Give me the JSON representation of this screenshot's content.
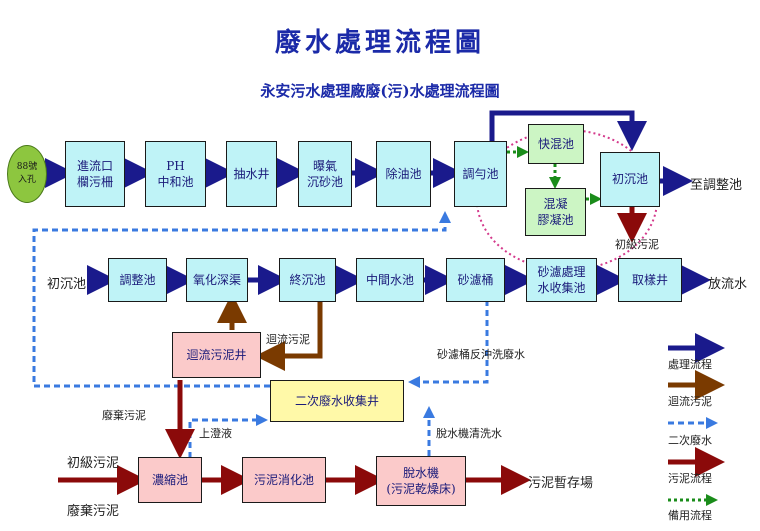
{
  "title": "廢水處理流程圖",
  "subtitle": "永安污水處理廠廢(污)水處理流程圖",
  "inlet": {
    "line1": "88號",
    "line2": "入孔"
  },
  "row1": {
    "screen": {
      "line1": "進流口",
      "line2": "欄污柵"
    },
    "ph": {
      "line1": "PH",
      "line2": "中和池"
    },
    "pump": "抽水井",
    "grit": {
      "line1": "曝氣",
      "line2": "沉砂池"
    },
    "oil": "除油池",
    "eq": "調勻池",
    "rapid": "快混池",
    "floc": {
      "line1": "混凝",
      "line2": "膠凝池"
    },
    "primary": "初沉池",
    "to_adjust": "至調整池",
    "primary_sludge": "初級污泥"
  },
  "row2": {
    "start": "初沉池",
    "adjust": "調整池",
    "oxid": "氧化深渠",
    "final": "終沉池",
    "mid": "中間水池",
    "sand": "砂濾桶",
    "collect": {
      "line1": "砂濾處理",
      "line2": "水收集池"
    },
    "sample": "取樣井",
    "discharge": "放流水"
  },
  "row3": {
    "return_well": "迴流污泥井",
    "return_label": "迴流污泥",
    "backwash": "砂濾桶反沖洗廢水",
    "secondary": "二次廢水收集井",
    "waste_sludge": "廢棄污泥",
    "supernatant": "上澄液",
    "dewater_wash": "脫水機清洗水"
  },
  "row4": {
    "primary_in": "初級污泥",
    "waste_in": "廢棄污泥",
    "thick": "濃縮池",
    "digest": "污泥消化池",
    "dewater": {
      "line1": "脫水機",
      "line2": "(污泥乾燥床)"
    },
    "storage": "污泥暫存場"
  },
  "legend": {
    "items": [
      {
        "label": "處理流程",
        "color": "#1a1a8c",
        "style": "solid"
      },
      {
        "label": "迴流污泥",
        "color": "#7a3a00",
        "style": "solid"
      },
      {
        "label": "二次廢水",
        "color": "#3a7ae0",
        "style": "dashed"
      },
      {
        "label": "污泥流程",
        "color": "#8b0a0a",
        "style": "solid"
      },
      {
        "label": "備用流程",
        "color": "#1a8c1a",
        "style": "dotted"
      }
    ]
  },
  "colors": {
    "process": "#1a1a8c",
    "return": "#7a3a00",
    "secondary": "#3a7ae0",
    "sludge": "#8b0a0a",
    "standby": "#1a8c1a",
    "highlight": "#d43a8c"
  }
}
